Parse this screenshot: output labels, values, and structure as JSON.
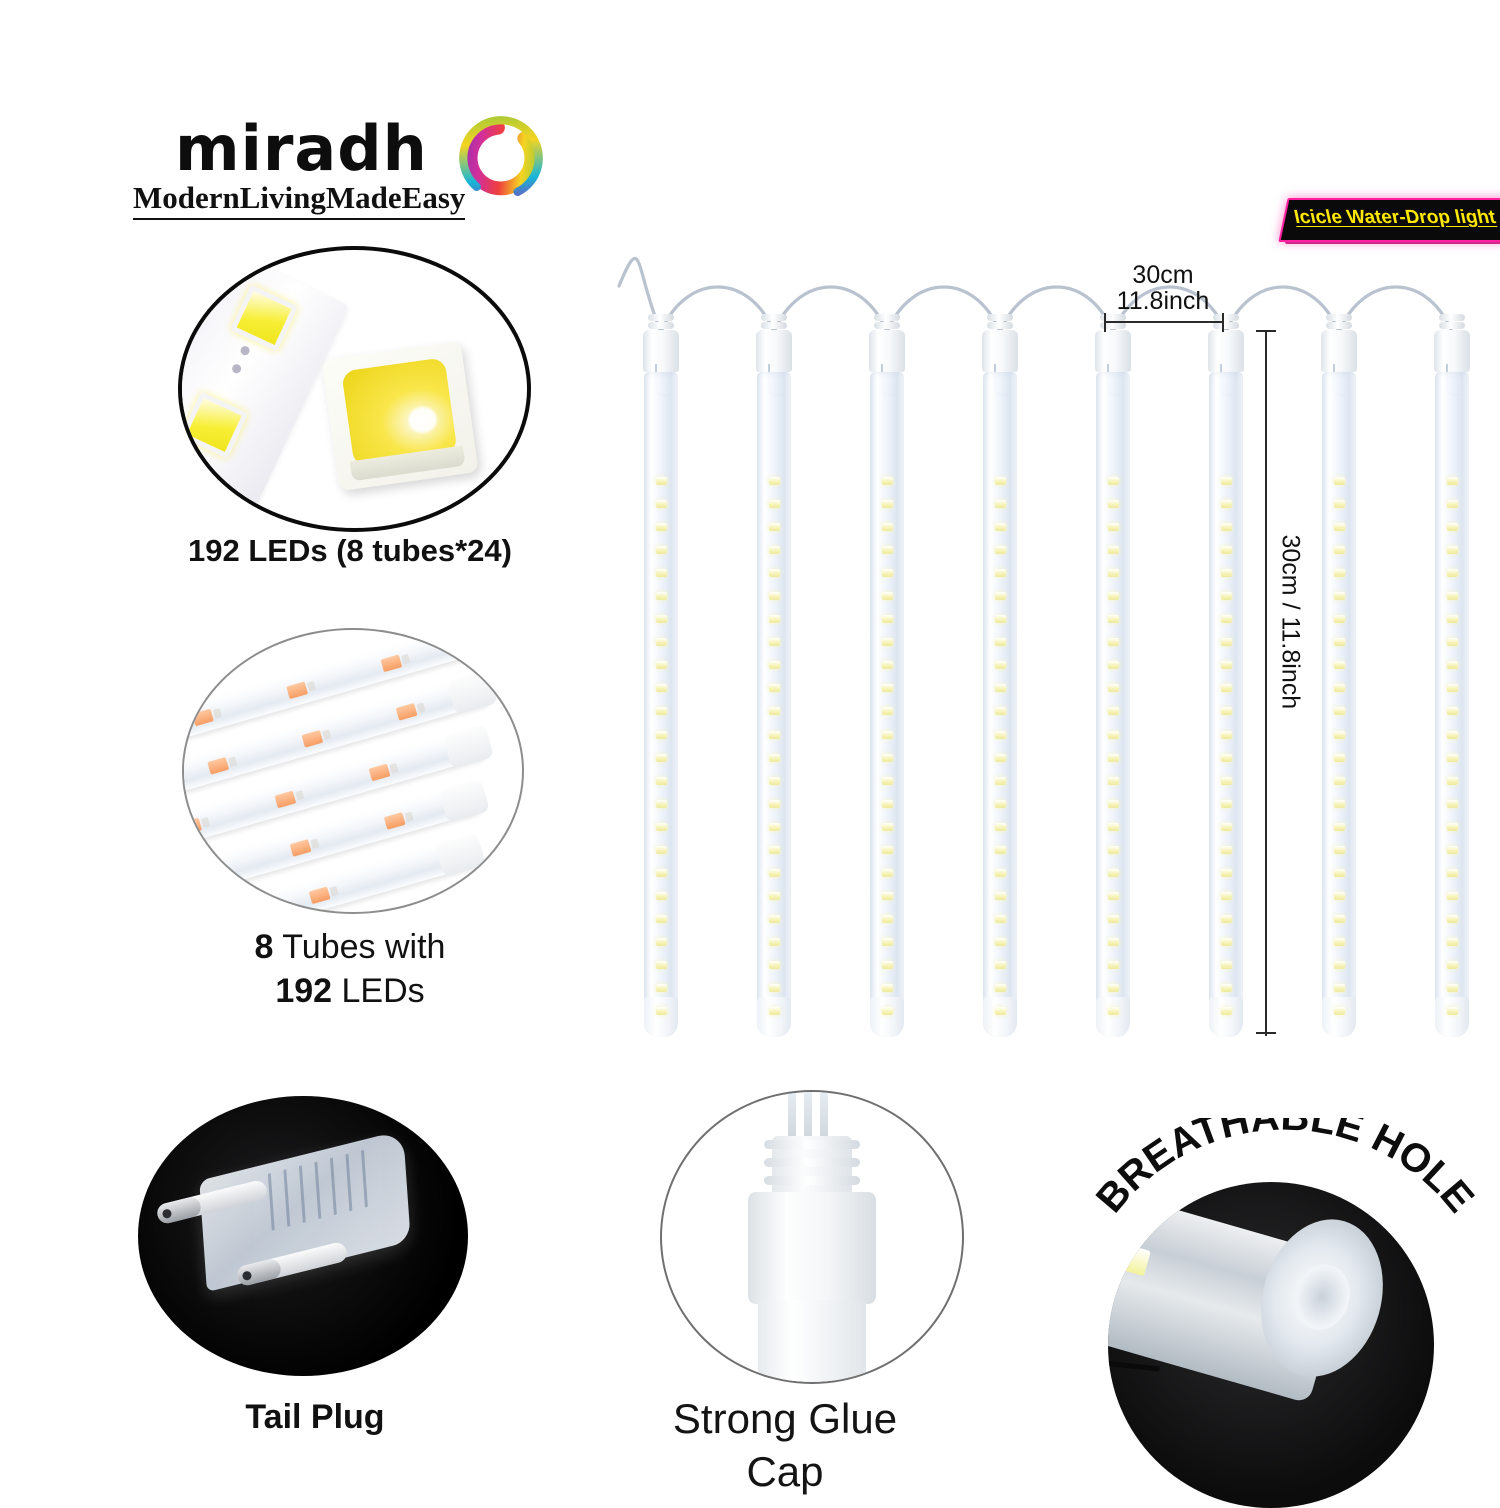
{
  "brand": {
    "name": "miradh",
    "tagline": "ModernLivingMadeEasy",
    "logo_icon": "rainbow-ring-icon",
    "logo_colors": [
      "#8e2fb5",
      "#d22f9b",
      "#ef3f3f",
      "#f08b1d",
      "#f5d421",
      "#8dc63f",
      "#18b6d8",
      "#5b3fd4"
    ]
  },
  "badge": {
    "label": "Icicle Water-Drop light",
    "text_color": "#ffe800",
    "background_color": "#0a0a0a",
    "border_color": "#ff1fa0"
  },
  "features": {
    "led_closeup": {
      "caption": "192 LEDs (8 tubes*24)",
      "icon": "led-chip-closeup-photo",
      "chip_color": "#f2e52a"
    },
    "tube_stack": {
      "caption_line1_bold": "8",
      "caption_line1_rest": "Tubes with",
      "caption_line2_bold": "192",
      "caption_line2_rest": "LEDs",
      "icon": "stacked-tubes-photo",
      "chip_color": "#f79d63"
    },
    "tail_plug": {
      "caption": "Tail Plug",
      "icon": "tail-plug-photo",
      "background_color": "#000000"
    },
    "glue_cap": {
      "caption_line1": "Strong Glue",
      "caption_line2": "Cap",
      "icon": "glue-cap-photo"
    },
    "breathable_hole": {
      "caption": "BREATHABLE HOLE",
      "icon": "breathable-hole-photo",
      "background_color": "#0c0c0d"
    }
  },
  "product": {
    "tube_count": 8,
    "leds_per_tube": 24,
    "total_leds": 192,
    "spacing": {
      "line1": "30cm",
      "line2": "11.8inch"
    },
    "length": "30cm / 11.8inch",
    "tube_color": "#eef3fb",
    "led_color": "#f6f3b4"
  }
}
